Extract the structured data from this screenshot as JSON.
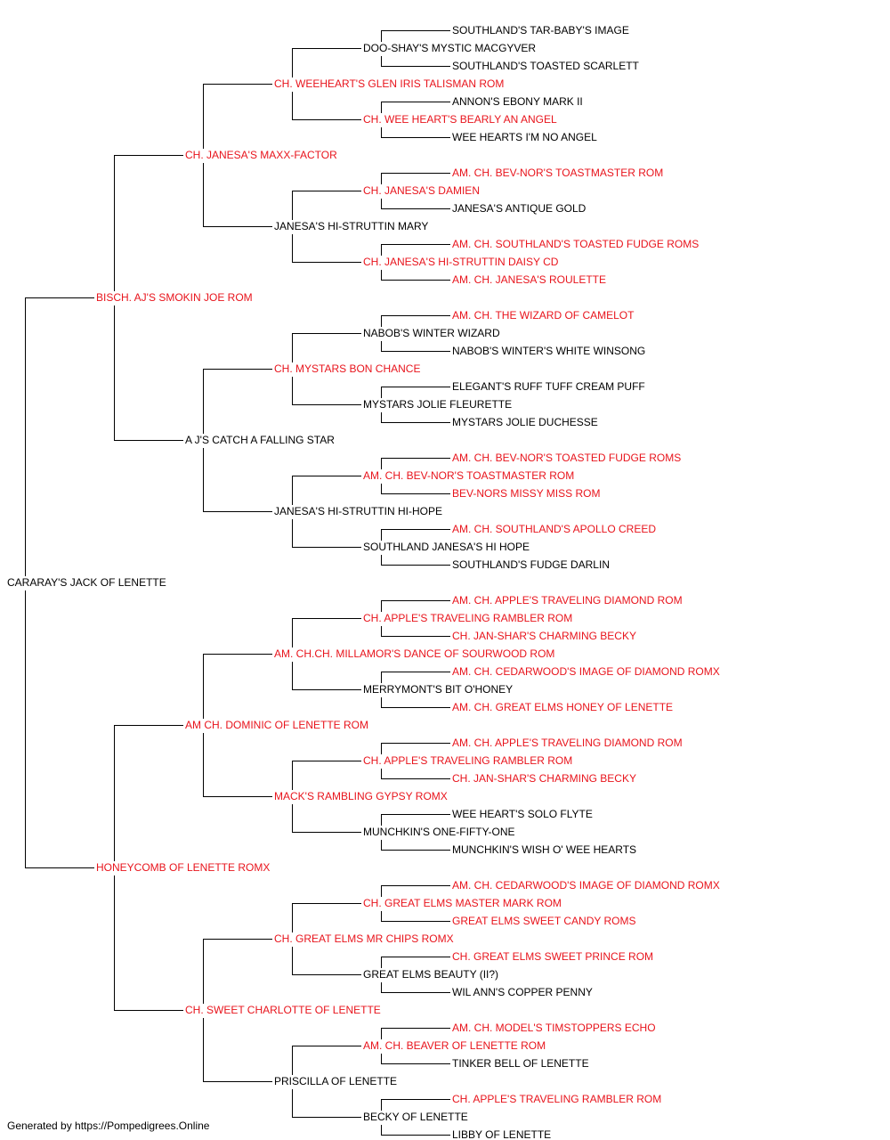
{
  "colors": {
    "titled": "#e8141c",
    "plain": "#000000",
    "line": "#000000"
  },
  "pedigree": {
    "name": "CARARAY'S JACK OF LENETTE",
    "titled": false,
    "sire": {
      "name": "BISCH. AJ'S SMOKIN JOE ROM",
      "titled": true,
      "sire": {
        "name": "CH. JANESA'S MAXX-FACTOR",
        "titled": true,
        "sire": {
          "name": "CH. WEEHEART'S GLEN IRIS TALISMAN ROM",
          "titled": true,
          "sire": {
            "name": "DOO-SHAY'S MYSTIC MACGYVER",
            "titled": false,
            "sire": {
              "name": "SOUTHLAND'S TAR-BABY'S IMAGE",
              "titled": false
            },
            "dam": {
              "name": "SOUTHLAND'S TOASTED SCARLETT",
              "titled": false
            }
          },
          "dam": {
            "name": "CH. WEE HEART'S BEARLY AN ANGEL",
            "titled": true,
            "sire": {
              "name": "ANNON'S EBONY MARK II",
              "titled": false
            },
            "dam": {
              "name": "WEE HEARTS I'M NO ANGEL",
              "titled": false
            }
          }
        },
        "dam": {
          "name": "JANESA'S HI-STRUTTIN MARY",
          "titled": false,
          "sire": {
            "name": "CH. JANESA'S DAMIEN",
            "titled": true,
            "sire": {
              "name": "AM. CH. BEV-NOR'S TOASTMASTER ROM",
              "titled": true
            },
            "dam": {
              "name": "JANESA'S ANTIQUE GOLD",
              "titled": false
            }
          },
          "dam": {
            "name": "CH. JANESA'S HI-STRUTTIN DAISY CD",
            "titled": true,
            "sire": {
              "name": "AM. CH. SOUTHLAND'S TOASTED FUDGE ROMS",
              "titled": true
            },
            "dam": {
              "name": "AM. CH. JANESA'S ROULETTE",
              "titled": true
            }
          }
        }
      },
      "dam": {
        "name": "A J'S CATCH A FALLING STAR",
        "titled": false,
        "sire": {
          "name": "CH. MYSTARS BON CHANCE",
          "titled": true,
          "sire": {
            "name": "NABOB'S WINTER WIZARD",
            "titled": false,
            "sire": {
              "name": "AM. CH. THE WIZARD OF CAMELOT",
              "titled": true
            },
            "dam": {
              "name": "NABOB'S WINTER'S WHITE WINSONG",
              "titled": false
            }
          },
          "dam": {
            "name": "MYSTARS JOLIE FLEURETTE",
            "titled": false,
            "sire": {
              "name": "ELEGANT'S RUFF TUFF CREAM PUFF",
              "titled": false
            },
            "dam": {
              "name": "MYSTARS JOLIE DUCHESSE",
              "titled": false
            }
          }
        },
        "dam": {
          "name": "JANESA'S HI-STRUTTIN HI-HOPE",
          "titled": false,
          "sire": {
            "name": "AM. CH. BEV-NOR'S TOASTMASTER ROM",
            "titled": true,
            "sire": {
              "name": "AM. CH. BEV-NOR'S TOASTED FUDGE ROMS",
              "titled": true
            },
            "dam": {
              "name": "BEV-NORS MISSY MISS ROM",
              "titled": true
            }
          },
          "dam": {
            "name": "SOUTHLAND JANESA'S HI HOPE",
            "titled": false,
            "sire": {
              "name": "AM. CH. SOUTHLAND'S APOLLO CREED",
              "titled": true
            },
            "dam": {
              "name": "SOUTHLAND'S FUDGE DARLIN",
              "titled": false
            }
          }
        }
      }
    },
    "dam": {
      "name": "HONEYCOMB OF LENETTE ROMX",
      "titled": true,
      "sire": {
        "name": "AM CH. DOMINIC OF LENETTE ROM",
        "titled": true,
        "sire": {
          "name": "AM. CH.CH. MILLAMOR'S DANCE OF SOURWOOD ROM",
          "titled": true,
          "sire": {
            "name": "CH. APPLE'S TRAVELING RAMBLER ROM",
            "titled": true,
            "sire": {
              "name": "AM. CH. APPLE'S TRAVELING DIAMOND ROM",
              "titled": true
            },
            "dam": {
              "name": "CH. JAN-SHAR'S CHARMING BECKY",
              "titled": true
            }
          },
          "dam": {
            "name": "MERRYMONT'S BIT O'HONEY",
            "titled": false,
            "sire": {
              "name": "AM. CH. CEDARWOOD'S IMAGE OF DIAMOND ROMX",
              "titled": true
            },
            "dam": {
              "name": "AM. CH. GREAT ELMS HONEY OF LENETTE",
              "titled": true
            }
          }
        },
        "dam": {
          "name": "MACK'S RAMBLING GYPSY ROMX",
          "titled": true,
          "sire": {
            "name": "CH. APPLE'S TRAVELING RAMBLER ROM",
            "titled": true,
            "sire": {
              "name": "AM. CH. APPLE'S TRAVELING DIAMOND ROM",
              "titled": true
            },
            "dam": {
              "name": "CH. JAN-SHAR'S CHARMING BECKY",
              "titled": true
            }
          },
          "dam": {
            "name": "MUNCHKIN'S ONE-FIFTY-ONE",
            "titled": false,
            "sire": {
              "name": "WEE HEART'S SOLO FLYTE",
              "titled": false
            },
            "dam": {
              "name": "MUNCHKIN'S WISH O' WEE HEARTS",
              "titled": false
            }
          }
        }
      },
      "dam": {
        "name": "CH. SWEET CHARLOTTE OF LENETTE",
        "titled": true,
        "sire": {
          "name": "CH. GREAT ELMS MR CHIPS ROMX",
          "titled": true,
          "sire": {
            "name": "CH. GREAT ELMS MASTER MARK ROM",
            "titled": true,
            "sire": {
              "name": "AM. CH. CEDARWOOD'S IMAGE OF DIAMOND ROMX",
              "titled": true
            },
            "dam": {
              "name": "GREAT ELMS SWEET CANDY ROMS",
              "titled": true
            }
          },
          "dam": {
            "name": "GREAT ELMS BEAUTY (II?)",
            "titled": false,
            "sire": {
              "name": "CH. GREAT ELMS SWEET PRINCE ROM",
              "titled": true
            },
            "dam": {
              "name": "WIL ANN'S COPPER PENNY",
              "titled": false
            }
          }
        },
        "dam": {
          "name": "PRISCILLA OF LENETTE",
          "titled": false,
          "sire": {
            "name": "AM. CH. BEAVER OF LENETTE ROM",
            "titled": true,
            "sire": {
              "name": "AM. CH. MODEL'S TIMSTOPPERS ECHO",
              "titled": true
            },
            "dam": {
              "name": "TINKER BELL OF LENETTE",
              "titled": false
            }
          },
          "dam": {
            "name": "BECKY OF LENETTE",
            "titled": false,
            "sire": {
              "name": "CH. APPLE'S TRAVELING RAMBLER ROM",
              "titled": true
            },
            "dam": {
              "name": "LIBBY OF LENETTE",
              "titled": false
            }
          }
        }
      }
    }
  },
  "footer": "Generated by https://Pompedigrees.Online"
}
